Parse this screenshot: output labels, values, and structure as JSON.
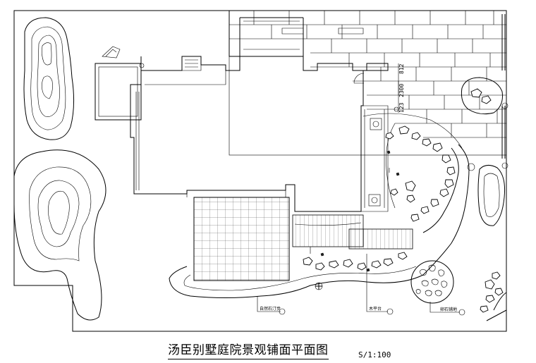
{
  "drawing": {
    "title": "汤臣别墅庭院景观铺面平面图",
    "scale": "S/1:100",
    "dimension_label": "2300",
    "dimension_side": "812",
    "dimension_small": "123",
    "callouts": {
      "left": "自然石汀步",
      "middle": "木平台",
      "right": "卵石铺地"
    }
  }
}
